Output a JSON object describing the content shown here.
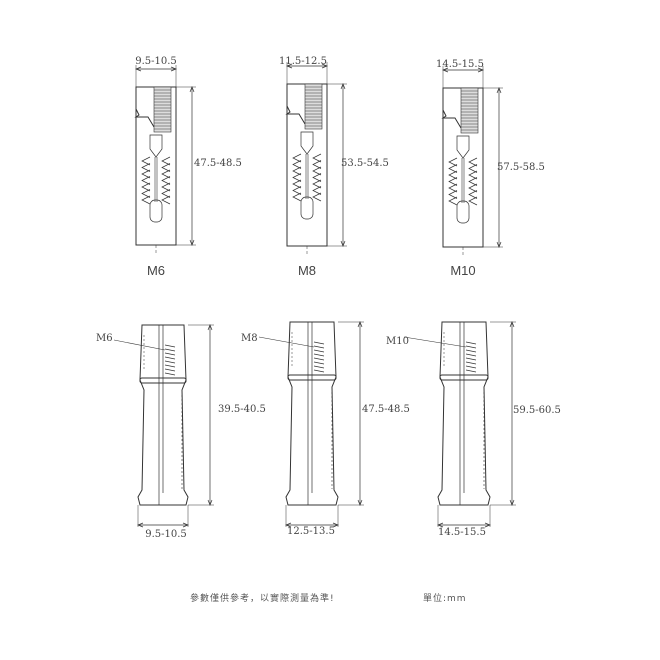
{
  "top_anchors": [
    {
      "model": "M6",
      "width": "9.5-10.5",
      "length": "47.5-48.5"
    },
    {
      "model": "M8",
      "width": "11.5-12.5",
      "length": "53.5-54.5"
    },
    {
      "model": "M10",
      "width": "14.5-15.5",
      "length": "57.5-58.5"
    }
  ],
  "bottom_anchors": [
    {
      "model": "M6",
      "width": "9.5-10.5",
      "length": "39.5-40.5"
    },
    {
      "model": "M8",
      "width": "12.5-13.5",
      "length": "47.5-48.5"
    },
    {
      "model": "M10",
      "width": "14.5-15.5",
      "length": "59.5-60.5"
    }
  ],
  "footer": {
    "note": "參數僅供參考，以實際測量為準!",
    "unit": "單位:mm"
  }
}
